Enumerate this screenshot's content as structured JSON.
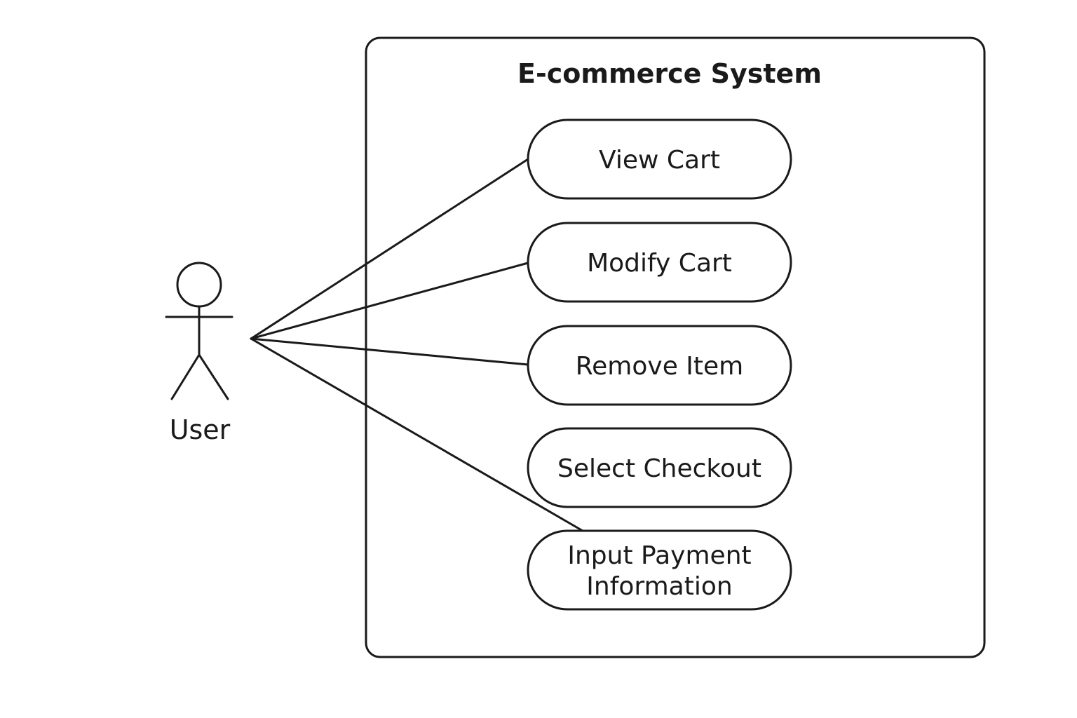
{
  "system": {
    "title": "E-commerce System"
  },
  "actor": {
    "label": "User"
  },
  "use_cases": [
    {
      "id": "view-cart",
      "lines": [
        "View Cart"
      ],
      "connected": true
    },
    {
      "id": "modify-cart",
      "lines": [
        "Modify Cart"
      ],
      "connected": true
    },
    {
      "id": "remove-item",
      "lines": [
        "Remove Item"
      ],
      "connected": true
    },
    {
      "id": "select-checkout",
      "lines": [
        "Select Checkout"
      ],
      "connected": false
    },
    {
      "id": "input-payment-information",
      "lines": [
        "Input Payment",
        "Information"
      ],
      "connected": true
    }
  ]
}
